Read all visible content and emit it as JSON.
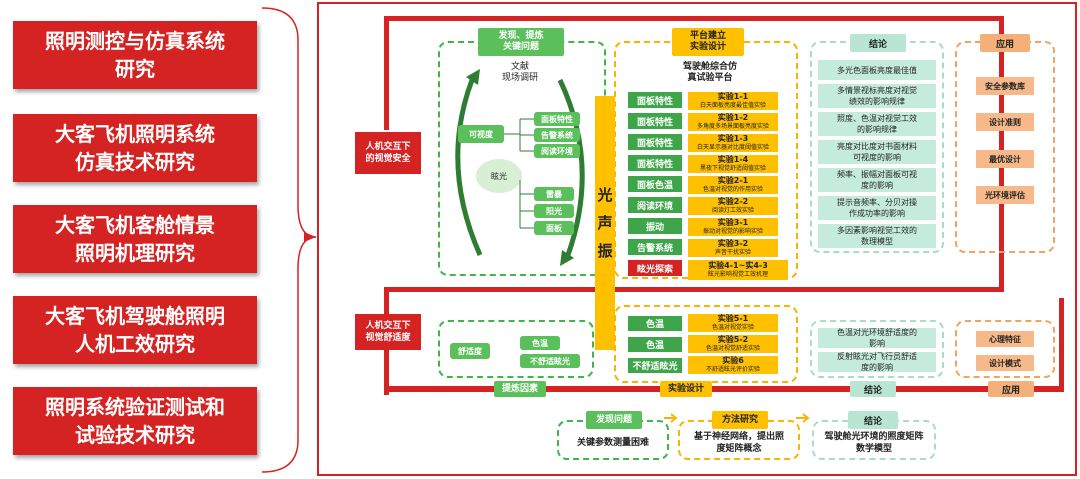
{
  "left_titles": [
    "照明测控与仿真系统\n研究",
    "大客飞机照明系统\n仿真技术研究",
    "大客飞机客舱情景\n照明机理研究",
    "大客飞机驾驶舱照明\n人机工效研究",
    "照明系统验证测试和\n试验技术研究"
  ],
  "side_labels": {
    "visual_safety": "人机交互下\n的视觉安全",
    "visual_comfort": "人机交互下\n视觉舒适度"
  },
  "panel_headers": {
    "discover": "发现、提炼\n关键问题",
    "platform": "平台建立\n实验设计",
    "conclusion": "结论",
    "application": "应用"
  },
  "discover_panel": {
    "lit_text": "文献\n现场调研",
    "visibility": "可视度",
    "glare": "眩光",
    "items_top": [
      "面板特性",
      "告警系统",
      "阅读环境"
    ],
    "items_bottom": [
      "雷暴",
      "阳光",
      "面板"
    ]
  },
  "platform_panel": {
    "title": "驾驶舱综合仿\n真试验平台",
    "vertical_label": [
      "光",
      "声",
      "振"
    ],
    "rows": [
      {
        "left": "面板特性",
        "exp": "实验1-1",
        "sub": "白天面板亮度最佳值实验"
      },
      {
        "left": "面板特性",
        "exp": "实验1-2",
        "sub": "多角度多场景面板亮度实验"
      },
      {
        "left": "面板特性",
        "exp": "实验1-3",
        "sub": "白天显示器对比度阈值实验"
      },
      {
        "left": "面板特性",
        "exp": "实验1-4",
        "sub": "黑夜下视觉舒适阈值实验"
      },
      {
        "left": "面板色温",
        "exp": "实验2-1",
        "sub": "色温对视觉的作用实验"
      },
      {
        "left": "阅读环境",
        "exp": "实验2-2",
        "sub": "阅读灯工效实验"
      },
      {
        "left": "振动",
        "exp": "实验3-1",
        "sub": "振动对视觉的影响实验"
      },
      {
        "left": "告警系统",
        "exp": "实验3-2",
        "sub": "声音干扰实验"
      },
      {
        "left": "眩光探索",
        "exp": "实验4-1~实4-3",
        "sub": "眩光影响视觉工效机理"
      }
    ]
  },
  "conclusion_panel": {
    "items": [
      "多光色面板亮度最佳值",
      "多情景视标亮度对视觉\n绩效的影响规律",
      "照度、色温对视觉工效\n的影响规律",
      "亮度对比度对书面材料\n可视度的影响",
      "频率、振幅对面板可视\n度的影响",
      "提示音频率、分贝对操\n作成功率的影响",
      "多因素影响视觉工效的\n数理模型"
    ]
  },
  "application_panel": {
    "items": [
      "安全参数库",
      "设计准则",
      "最优设计",
      "光环境评估"
    ]
  },
  "comfort_section": {
    "comfort": "舒适度",
    "items": [
      "色温",
      "不舒适眩光"
    ],
    "rows": [
      {
        "left": "色温",
        "exp": "实验5-1",
        "sub": "色温对视觉实验"
      },
      {
        "left": "色温",
        "exp": "实验5-2",
        "sub": "色温对视觉舒适实验"
      },
      {
        "left": "不舒适眩光",
        "exp": "实验6",
        "sub": "不舒适眩光评价实验"
      }
    ],
    "conclusions": [
      "色温对光环境舒适度的\n影响",
      "反射眩光对飞行员舒适\n度的影响"
    ],
    "applications": [
      "心理特征",
      "设计模式"
    ]
  },
  "bottom_bar": {
    "labels": [
      "提炼因素",
      "实验设计",
      "结论",
      "应用"
    ]
  },
  "bottom_panels": {
    "discover_header": "发现问题",
    "discover_text": "关键参数测量困难",
    "method_header": "方法研究",
    "method_text": "基于神经网络，提出照\n度矩阵概念",
    "conclusion_header": "结论",
    "conclusion_text": "驾驶舱光环境的照度矩阵\n数学模型"
  }
}
